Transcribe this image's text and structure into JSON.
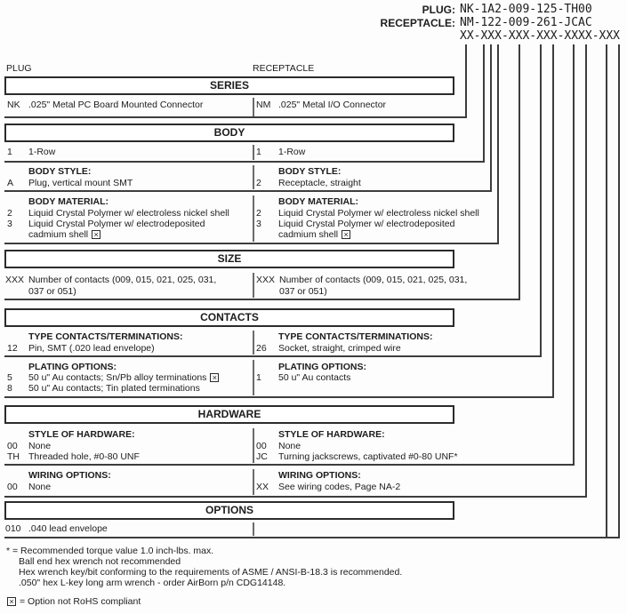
{
  "part_numbers": {
    "plug_label": "PLUG:",
    "plug_value": "NK-1A2-009-125-TH00",
    "receptacle_label": "RECEPTACLE:",
    "receptacle_value": "NM-122-009-261-JCAC",
    "mask": "XX-XXX-XXX-XXX-XXXX-XXX"
  },
  "columns": {
    "left": "PLUG",
    "right": "RECEPTACLE"
  },
  "sections": {
    "series": {
      "title": "SERIES",
      "plug": {
        "code": "NK",
        "desc": ".025\" Metal PC Board Mounted Connector"
      },
      "receptacle": {
        "code": "NM",
        "desc": ".025\" Metal I/O Connector"
      }
    },
    "body": {
      "title": "BODY",
      "row": {
        "plug_code": "1",
        "plug_desc": "1-Row",
        "receptacle_code": "1",
        "receptacle_desc": "1-Row"
      },
      "style": {
        "heading": "BODY STYLE:",
        "plug": {
          "code": "A",
          "desc": "Plug, vertical mount SMT"
        },
        "receptacle": {
          "code": "2",
          "desc": "Receptacle, straight"
        }
      },
      "material": {
        "heading": "BODY MATERIAL:",
        "row1": {
          "code": "2",
          "desc": "Liquid Crystal Polymer w/ electroless nickel shell"
        },
        "row2": {
          "code": "3",
          "desc": "Liquid Crystal Polymer w/ electrodeposited",
          "desc2": "cadmium shell"
        }
      }
    },
    "size": {
      "title": "SIZE",
      "code": "XXX",
      "desc_line1": "Number of contacts (009, 015, 021, 025, 031,",
      "desc_line2": "037 or 051)"
    },
    "contacts": {
      "title": "CONTACTS",
      "type": {
        "heading": "TYPE CONTACTS/TERMINATIONS:",
        "plug": {
          "code": "12",
          "desc": "Pin, SMT (.020 lead envelope)"
        },
        "receptacle": {
          "code": "26",
          "desc": "Socket, straight, crimped wire"
        }
      },
      "plating": {
        "heading": "PLATING OPTIONS:",
        "plug_row1": {
          "code": "5",
          "desc": "50 u\" Au contacts; Sn/Pb alloy terminations"
        },
        "plug_row2": {
          "code": "8",
          "desc": "50 u\" Au contacts; Tin plated terminations"
        },
        "receptacle_row1": {
          "code": "1",
          "desc": "50 u\" Au contacts"
        }
      }
    },
    "hardware": {
      "title": "HARDWARE",
      "style": {
        "heading": "STYLE OF HARDWARE:",
        "plug_row1": {
          "code": "00",
          "desc": "None"
        },
        "plug_row2": {
          "code": "TH",
          "desc": "Threaded hole, #0-80 UNF"
        },
        "receptacle_row1": {
          "code": "00",
          "desc": "None"
        },
        "receptacle_row2": {
          "code": "JC",
          "desc": "Turning jackscrews, captivated #0-80 UNF*"
        }
      },
      "wiring": {
        "heading": "WIRING OPTIONS:",
        "plug_row1": {
          "code": "00",
          "desc": "None"
        },
        "receptacle_row1": {
          "code": "XX",
          "desc": "See wiring codes, Page NA-2"
        }
      }
    },
    "options": {
      "title": "OPTIONS",
      "plug": {
        "code": "010",
        "desc": ".040 lead envelope"
      }
    }
  },
  "footnotes": {
    "torque": "* = Recommended torque value 1.0 inch-lbs. max.",
    "ball_end": "Ball end hex wrench not recommended",
    "hex_wrench": "Hex wrench key/bit conforming to the requirements of ASME / ANSI-B-18.3 is recommended.",
    "l_key": ".050\" hex L-key long arm wrench - order AirBorn p/n CDG14148.",
    "rohs": "= Option not RoHS compliant"
  }
}
